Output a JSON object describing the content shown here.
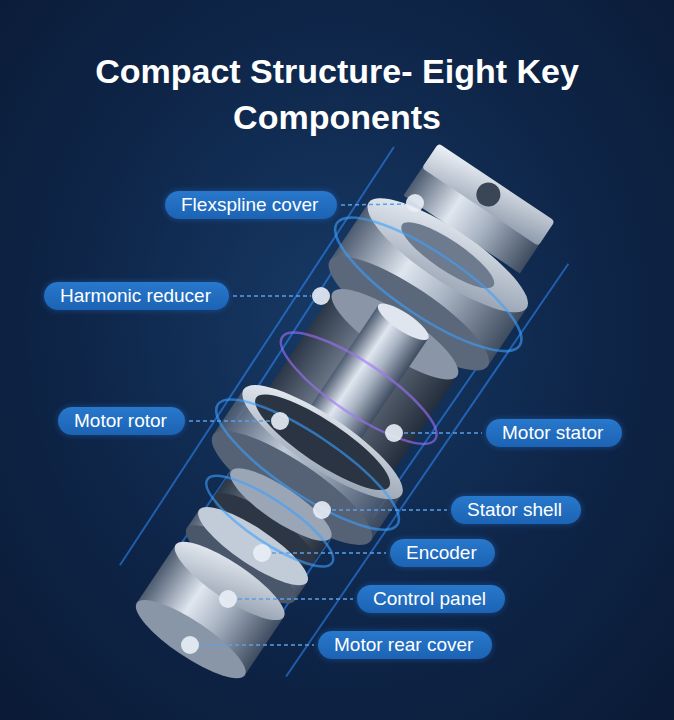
{
  "diagram": {
    "title": "Compact Structure- Eight Key Components",
    "nodes": [
      {
        "text": [
          "Flexspline cover"
        ]
      },
      {
        "text": [
          "Harmonic reducer"
        ]
      },
      {
        "text": [
          "Motor rotor"
        ]
      },
      {
        "text": [
          "Motor stator"
        ]
      },
      {
        "text": [
          "Stator shell"
        ]
      },
      {
        "text": [
          "Encoder"
        ]
      },
      {
        "text": [
          "Control panel"
        ]
      },
      {
        "text": [
          "Motor rear cover"
        ]
      }
    ]
  }
}
